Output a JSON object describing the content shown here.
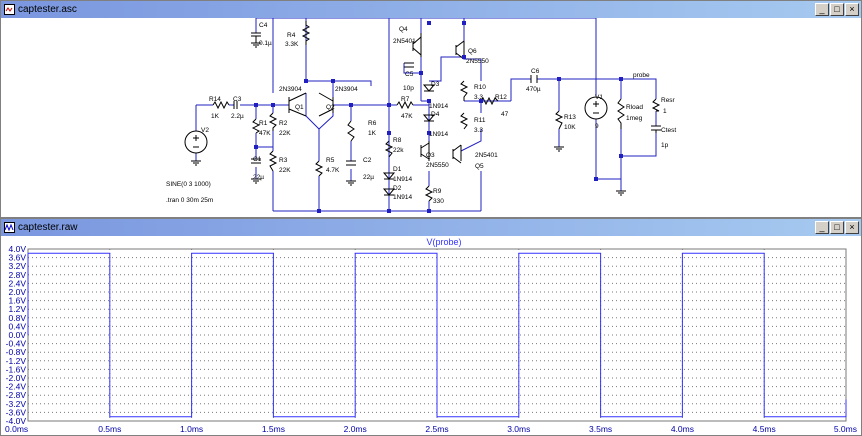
{
  "schematic": {
    "title": "captester.asc",
    "labels": {
      "c4": "C4",
      "c4v": "0.1µ",
      "r4": "R4",
      "r4v": "3.3K",
      "q4": "Q4",
      "q4v": "2N5401",
      "q6": "Q6",
      "q6v": "2N5550",
      "q1n": "2N3904",
      "q2n": "2N3904",
      "q1": "Q1",
      "q2": "Q2",
      "c5": "C5",
      "c5v": "10p",
      "d3": "D3",
      "d3v": "1N914",
      "r10": "R10",
      "r10v": "3.3",
      "r11": "R11",
      "r11v": "3.3",
      "r12": "R12",
      "r12v": "47",
      "c6": "C6",
      "c6v": "470µ",
      "probe": "probe",
      "r14": "R14",
      "r14v": "1K",
      "c3": "C3",
      "c3v": "2.2µ",
      "r1": "R1",
      "r1v": "47K",
      "r2": "R2",
      "r2v": "22K",
      "r3": "R3",
      "r3v": "22K",
      "c1": "C1",
      "c1v": "22µ",
      "r5": "R5",
      "r5v": "4.7K",
      "r6": "R6",
      "r6v": "1K",
      "c2": "C2",
      "c2v": "22µ",
      "r7": "R7",
      "r7v": "47K",
      "d4": "D4",
      "d4v": "1N914",
      "r8": "R8",
      "r8v": "22k",
      "d1": "D1",
      "d1v": "1N914",
      "d2": "D2",
      "d2v": "1N914",
      "q3": "Q3",
      "q3v": "2N5550",
      "r9": "R9",
      "r9v": "330",
      "q5v": "2N5401",
      "q5": "Q5",
      "r13": "R13",
      "r13v": "10K",
      "v1": "V1",
      "v1v": "9",
      "rload": "Rload",
      "rloadv": "1meg",
      "resr": "Resr",
      "resrv": "1",
      "ctest": "Ctest",
      "ctestv": "1p",
      "v2": "V2",
      "v2v": "SINE(0 3 1000)",
      "tran": ".tran 0 30m 25m"
    }
  },
  "waveform": {
    "title": "captester.raw",
    "trace_label": "V(probe)"
  },
  "titlebar_buttons": {
    "minimize": "_",
    "maximize": "□",
    "close": "×"
  },
  "colors": {
    "wire": "#2020c0",
    "trace": "#3333ff",
    "grid": "#7a7a7a",
    "axis_text": "#0000aa"
  },
  "chart_data": {
    "type": "line",
    "title": "V(probe)",
    "xlabel": "",
    "ylabel": "",
    "xlim": [
      0,
      5.0
    ],
    "ylim": [
      -4.0,
      4.0
    ],
    "x_ticks": [
      "0.0ms",
      "0.5ms",
      "1.0ms",
      "1.5ms",
      "2.0ms",
      "2.5ms",
      "3.0ms",
      "3.5ms",
      "4.0ms",
      "4.5ms",
      "5.0ms"
    ],
    "y_ticks": [
      "4.0V",
      "3.6V",
      "3.2V",
      "2.8V",
      "2.4V",
      "2.0V",
      "1.6V",
      "1.2V",
      "0.8V",
      "0.4V",
      "0.0V",
      "-0.4V",
      "-0.8V",
      "-1.2V",
      "-1.6V",
      "-2.0V",
      "-2.4V",
      "-2.8V",
      "-3.2V",
      "-3.6V",
      "-4.0V"
    ],
    "series": [
      {
        "name": "V(probe)",
        "x_ms": [
          0.0,
          0.0,
          0.5,
          0.5,
          1.0,
          1.0,
          1.5,
          1.5,
          2.0,
          2.0,
          2.5,
          2.5,
          3.0,
          3.0,
          3.5,
          3.5,
          4.0,
          4.0,
          4.5,
          4.5,
          5.0,
          5.0
        ],
        "values": [
          0.0,
          3.8,
          3.8,
          -3.8,
          -3.8,
          3.8,
          3.8,
          -3.8,
          -3.8,
          3.8,
          3.8,
          -3.8,
          -3.8,
          3.8,
          3.8,
          -3.8,
          -3.8,
          3.8,
          3.8,
          -3.8,
          -3.8,
          -3.0
        ]
      }
    ]
  }
}
